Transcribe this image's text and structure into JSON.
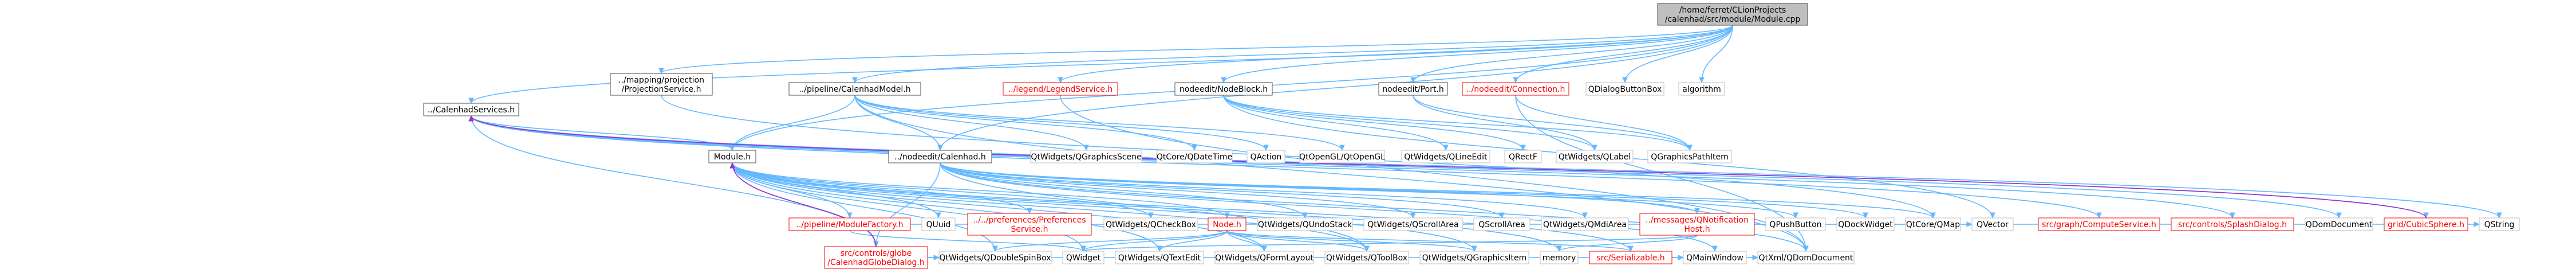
{
  "colors": {
    "edge": "#63b8ff",
    "back_edge": "#9a32cd",
    "node_border_default": "#bfbfbf",
    "node_border_documented": "#4c4c4c",
    "node_border_undocumented": "#ff0000",
    "node_fill": "#ffffff",
    "root_fill": "#bfbfbf",
    "text_default": "#000000",
    "text_undocumented": "#ff0000"
  },
  "nodes": [
    {
      "id": "root",
      "lines": [
        "/home/ferret/CLionProjects",
        "/calenhad/src/module/Module.cpp"
      ],
      "kind": "root"
    },
    {
      "id": "calenhadServices",
      "lines": [
        "../CalenhadServices.h"
      ],
      "kind": "doc"
    },
    {
      "id": "mappingProjection",
      "lines": [
        "../mapping/projection",
        "/ProjectionService.h"
      ],
      "kind": "doc"
    },
    {
      "id": "pipelineModel",
      "lines": [
        "../pipeline/CalenhadModel.h"
      ],
      "kind": "doc"
    },
    {
      "id": "legendService",
      "lines": [
        "../legend/LegendService.h"
      ],
      "kind": "undoc"
    },
    {
      "id": "nodeBlock",
      "lines": [
        "nodeedit/NodeBlock.h"
      ],
      "kind": "doc"
    },
    {
      "id": "port",
      "lines": [
        "nodeedit/Port.h"
      ],
      "kind": "doc"
    },
    {
      "id": "connection",
      "lines": [
        "../nodeedit/Connection.h"
      ],
      "kind": "undoc"
    },
    {
      "id": "qDialogButtonBox",
      "lines": [
        "QDialogButtonBox"
      ],
      "kind": "ext"
    },
    {
      "id": "algorithm",
      "lines": [
        "algorithm"
      ],
      "kind": "ext"
    },
    {
      "id": "moduleH",
      "lines": [
        "Module.h"
      ],
      "kind": "doc"
    },
    {
      "id": "nodeeditCalenhad",
      "lines": [
        "../nodeedit/Calenhad.h"
      ],
      "kind": "doc"
    },
    {
      "id": "qGraphicsScene",
      "lines": [
        "QtWidgets/QGraphicsScene"
      ],
      "kind": "ext"
    },
    {
      "id": "qDateTime",
      "lines": [
        "QtCore/QDateTime"
      ],
      "kind": "ext"
    },
    {
      "id": "qAction",
      "lines": [
        "QAction"
      ],
      "kind": "ext"
    },
    {
      "id": "qOpenGL",
      "lines": [
        "QtOpenGL/QtOpenGL"
      ],
      "kind": "ext"
    },
    {
      "id": "qLineEdit",
      "lines": [
        "QtWidgets/QLineEdit"
      ],
      "kind": "ext"
    },
    {
      "id": "qRectF",
      "lines": [
        "QRectF"
      ],
      "kind": "ext"
    },
    {
      "id": "qLabel",
      "lines": [
        "QtWidgets/QLabel"
      ],
      "kind": "ext"
    },
    {
      "id": "qGraphicsPathItem",
      "lines": [
        "QGraphicsPathItem"
      ],
      "kind": "ext"
    },
    {
      "id": "moduleFactory",
      "lines": [
        "../pipeline/ModuleFactory.h"
      ],
      "kind": "undoc"
    },
    {
      "id": "qUuid",
      "lines": [
        "QUuid"
      ],
      "kind": "ext"
    },
    {
      "id": "preferencesService",
      "lines": [
        "../../preferences/Preferences",
        "Service.h"
      ],
      "kind": "undoc"
    },
    {
      "id": "qCheckBox",
      "lines": [
        "QtWidgets/QCheckBox"
      ],
      "kind": "ext"
    },
    {
      "id": "nodeH",
      "lines": [
        "Node.h"
      ],
      "kind": "undoc"
    },
    {
      "id": "qUndoStack",
      "lines": [
        "QtWidgets/QUndoStack"
      ],
      "kind": "ext"
    },
    {
      "id": "qScrollArea",
      "lines": [
        "QtWidgets/QScrollArea"
      ],
      "kind": "ext"
    },
    {
      "id": "qScrollAreaPlain",
      "lines": [
        "QScrollArea"
      ],
      "kind": "ext"
    },
    {
      "id": "qMdiArea",
      "lines": [
        "QtWidgets/QMdiArea"
      ],
      "kind": "ext"
    },
    {
      "id": "qNotificationHost",
      "lines": [
        "../messages/QNotification",
        "Host.h"
      ],
      "kind": "undoc"
    },
    {
      "id": "qPushButton",
      "lines": [
        "QPushButton"
      ],
      "kind": "ext"
    },
    {
      "id": "qDockWidget",
      "lines": [
        "QDockWidget"
      ],
      "kind": "ext"
    },
    {
      "id": "qMap",
      "lines": [
        "QtCore/QMap"
      ],
      "kind": "ext"
    },
    {
      "id": "qVector",
      "lines": [
        "QVector"
      ],
      "kind": "ext"
    },
    {
      "id": "computeService",
      "lines": [
        "src/graph/ComputeService.h"
      ],
      "kind": "undoc"
    },
    {
      "id": "splashDialog",
      "lines": [
        "src/controls/SplashDialog.h"
      ],
      "kind": "undoc"
    },
    {
      "id": "qDomDocument",
      "lines": [
        "QDomDocument"
      ],
      "kind": "ext"
    },
    {
      "id": "cubicSphere",
      "lines": [
        "grid/CubicSphere.h"
      ],
      "kind": "undoc"
    },
    {
      "id": "qString",
      "lines": [
        "QString"
      ],
      "kind": "ext"
    },
    {
      "id": "globeDialog",
      "lines": [
        "src/controls/globe",
        "/CalenhadGlobeDialog.h"
      ],
      "kind": "undoc"
    },
    {
      "id": "qDoubleSpinBox",
      "lines": [
        "QtWidgets/QDoubleSpinBox"
      ],
      "kind": "ext"
    },
    {
      "id": "qWidget",
      "lines": [
        "QWidget"
      ],
      "kind": "ext"
    },
    {
      "id": "qTextEdit",
      "lines": [
        "QtWidgets/QTextEdit"
      ],
      "kind": "ext"
    },
    {
      "id": "qFormLayout",
      "lines": [
        "QtWidgets/QFormLayout"
      ],
      "kind": "ext"
    },
    {
      "id": "qToolBox",
      "lines": [
        "QtWidgets/QToolBox"
      ],
      "kind": "ext"
    },
    {
      "id": "qGraphicsItem",
      "lines": [
        "QtWidgets/QGraphicsItem"
      ],
      "kind": "ext"
    },
    {
      "id": "memory",
      "lines": [
        "memory"
      ],
      "kind": "ext"
    },
    {
      "id": "serializable",
      "lines": [
        "src/Serializable.h"
      ],
      "kind": "undoc"
    },
    {
      "id": "qMainWindow",
      "lines": [
        "QMainWindow"
      ],
      "kind": "ext"
    },
    {
      "id": "qtXmlDom",
      "lines": [
        "QtXml/QDomDocument"
      ],
      "kind": "ext"
    }
  ],
  "edges": [
    [
      "root",
      "calenhadServices"
    ],
    [
      "root",
      "mappingProjection"
    ],
    [
      "root",
      "pipelineModel"
    ],
    [
      "root",
      "legendService"
    ],
    [
      "root",
      "nodeBlock"
    ],
    [
      "root",
      "port"
    ],
    [
      "root",
      "connection"
    ],
    [
      "root",
      "qDialogButtonBox"
    ],
    [
      "root",
      "algorithm"
    ],
    [
      "root",
      "moduleH"
    ],
    [
      "root",
      "nodeeditCalenhad"
    ],
    [
      "mappingProjection",
      "qMap"
    ],
    [
      "pipelineModel",
      "moduleH"
    ],
    [
      "pipelineModel",
      "nodeeditCalenhad"
    ],
    [
      "pipelineModel",
      "qGraphicsScene"
    ],
    [
      "pipelineModel",
      "qDateTime"
    ],
    [
      "pipelineModel",
      "qAction"
    ],
    [
      "pipelineModel",
      "qOpenGL"
    ],
    [
      "pipelineModel",
      "qtXmlDom"
    ],
    [
      "legendService",
      "qtXmlDom"
    ],
    [
      "nodeBlock",
      "qLineEdit"
    ],
    [
      "nodeBlock",
      "qRectF"
    ],
    [
      "nodeBlock",
      "qLabel"
    ],
    [
      "nodeBlock",
      "qGraphicsPathItem"
    ],
    [
      "nodeBlock",
      "qVector"
    ],
    [
      "port",
      "qLabel"
    ],
    [
      "port",
      "qGraphicsPathItem"
    ],
    [
      "connection",
      "qGraphicsPathItem"
    ],
    [
      "connection",
      "qtXmlDom"
    ],
    [
      "moduleH",
      "calenhadServices"
    ],
    [
      "moduleH",
      "moduleFactory"
    ],
    [
      "moduleH",
      "qUuid"
    ],
    [
      "moduleH",
      "preferencesService"
    ],
    [
      "moduleH",
      "qCheckBox"
    ],
    [
      "moduleH",
      "nodeH"
    ],
    [
      "moduleH",
      "globeDialog"
    ],
    [
      "moduleH",
      "qDoubleSpinBox"
    ],
    [
      "moduleH",
      "qWidget"
    ],
    [
      "moduleH",
      "qTextEdit"
    ],
    [
      "moduleH",
      "qFormLayout"
    ],
    [
      "moduleH",
      "qToolBox"
    ],
    [
      "moduleH",
      "qGraphicsItem"
    ],
    [
      "moduleH",
      "memory"
    ],
    [
      "moduleH",
      "serializable"
    ],
    [
      "nodeeditCalenhad",
      "qUndoStack"
    ],
    [
      "nodeeditCalenhad",
      "qScrollArea"
    ],
    [
      "nodeeditCalenhad",
      "qScrollAreaPlain"
    ],
    [
      "nodeeditCalenhad",
      "qMdiArea"
    ],
    [
      "nodeeditCalenhad",
      "qNotificationHost"
    ],
    [
      "nodeeditCalenhad",
      "qPushButton"
    ],
    [
      "nodeeditCalenhad",
      "qDockWidget"
    ],
    [
      "nodeeditCalenhad",
      "qMap"
    ],
    [
      "nodeeditCalenhad",
      "qToolBox"
    ],
    [
      "nodeeditCalenhad",
      "qMainWindow"
    ],
    [
      "nodeeditCalenhad",
      "qtXmlDom"
    ],
    [
      "nodeeditCalenhad",
      "globeDialog"
    ],
    [
      "calenhadServices",
      "computeService"
    ],
    [
      "calenhadServices",
      "splashDialog"
    ],
    [
      "calenhadServices",
      "qDomDocument"
    ],
    [
      "calenhadServices",
      "cubicSphere"
    ],
    [
      "calenhadServices",
      "qString"
    ],
    [
      "calenhadServices",
      "globeDialog"
    ],
    [
      "moduleFactory",
      "qString"
    ],
    [
      "moduleFactory",
      "qWidget"
    ],
    [
      "nodeH",
      "qWidget"
    ],
    [
      "nodeH",
      "qTextEdit"
    ],
    [
      "nodeH",
      "qFormLayout"
    ],
    [
      "nodeH",
      "qToolBox"
    ],
    [
      "nodeH",
      "qGraphicsItem"
    ],
    [
      "nodeH",
      "serializable"
    ],
    [
      "nodeH",
      "qDoubleSpinBox"
    ],
    [
      "qNotificationHost",
      "qWidget"
    ],
    [
      "qNotificationHost",
      "memory"
    ],
    [
      "qNotificationHost",
      "qVector"
    ],
    [
      "globeDialog",
      "qDoubleSpinBox"
    ],
    [
      "globeDialog",
      "qMainWindow"
    ],
    [
      "serializable",
      "qtXmlDom"
    ]
  ],
  "back_edges": [
    [
      "cubicSphere",
      "calenhadServices"
    ],
    [
      "globeDialog",
      "moduleH"
    ]
  ]
}
